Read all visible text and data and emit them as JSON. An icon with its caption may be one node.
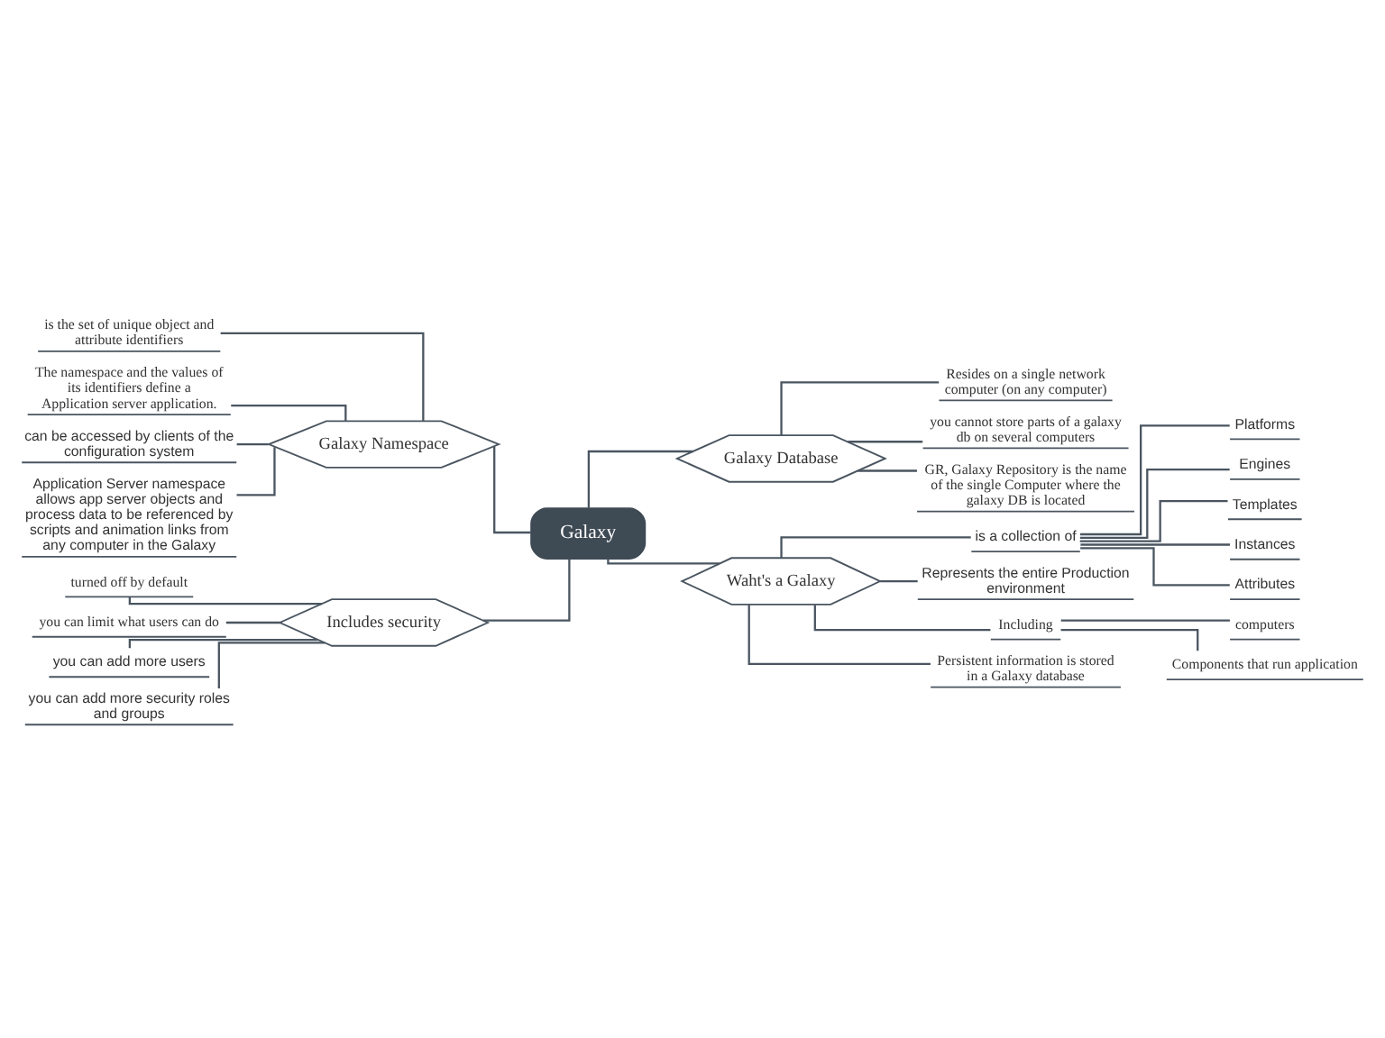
{
  "diagram": {
    "nodes": [
      {
        "text": [
          "Galaxy"
        ]
      },
      {
        "text": [
          "Galaxy Database"
        ]
      },
      {
        "text": [
          "Resides on a single network computer (on any computer)"
        ]
      },
      {
        "text": [
          "you cannot store parts of a galaxy db on several computers"
        ]
      },
      {
        "text": [
          "GR, Galaxy Repository is the name of the single Computer where the galaxy DB is located"
        ]
      },
      {
        "text": [
          "Galaxy Namespace"
        ]
      },
      {
        "text": [
          "is the set of unique object and attribute identifiers"
        ]
      },
      {
        "text": [
          "The namespace and the values of its identifiers define a Application server application."
        ]
      },
      {
        "text": [
          "can be accessed by clients of the configuration system"
        ]
      },
      {
        "text": [
          "Application Server namespace allows app server objects and process data to be referenced by scripts and animation links from any computer in the Galaxy"
        ]
      },
      {
        "text": [
          "Includes security"
        ]
      },
      {
        "text": [
          "turned off by default"
        ]
      },
      {
        "text": [
          "you can limit what users can do"
        ]
      },
      {
        "text": [
          "you can add more users"
        ]
      },
      {
        "text": [
          "you can add more security roles and groups"
        ]
      },
      {
        "text": [
          "Waht's a Galaxy"
        ]
      },
      {
        "text": [
          "is a collection of"
        ]
      },
      {
        "text": [
          "Platforms"
        ]
      },
      {
        "text": [
          "Engines"
        ]
      },
      {
        "text": [
          "Templates"
        ]
      },
      {
        "text": [
          "Instances"
        ]
      },
      {
        "text": [
          "Attributes"
        ]
      },
      {
        "text": [
          "Represents the entire Production environment"
        ]
      },
      {
        "text": [
          "Including"
        ]
      },
      {
        "text": [
          "computers"
        ]
      },
      {
        "text": [
          "Components that run application"
        ]
      },
      {
        "text": [
          "Persistent information is stored in a Galaxy database"
        ]
      }
    ],
    "edges": [
      {
        "from": 0,
        "to": 1,
        "arrow": "none"
      },
      {
        "from": 1,
        "to": 2,
        "arrow": "none"
      },
      {
        "from": 1,
        "to": 3,
        "arrow": "none"
      },
      {
        "from": 1,
        "to": 4,
        "arrow": "none"
      },
      {
        "from": 0,
        "to": 5,
        "arrow": "none"
      },
      {
        "from": 5,
        "to": 6,
        "arrow": "none"
      },
      {
        "from": 5,
        "to": 7,
        "arrow": "none"
      },
      {
        "from": 5,
        "to": 8,
        "arrow": "none"
      },
      {
        "from": 5,
        "to": 9,
        "arrow": "none"
      },
      {
        "from": 0,
        "to": 10,
        "arrow": "none"
      },
      {
        "from": 10,
        "to": 11,
        "arrow": "none"
      },
      {
        "from": 10,
        "to": 12,
        "arrow": "none"
      },
      {
        "from": 10,
        "to": 13,
        "arrow": "none"
      },
      {
        "from": 10,
        "to": 14,
        "arrow": "none"
      },
      {
        "from": 0,
        "to": 15,
        "arrow": "none"
      },
      {
        "from": 15,
        "to": 16,
        "arrow": "none"
      },
      {
        "from": 16,
        "to": 17,
        "arrow": "none"
      },
      {
        "from": 16,
        "to": 18,
        "arrow": "none"
      },
      {
        "from": 16,
        "to": 19,
        "arrow": "none"
      },
      {
        "from": 16,
        "to": 20,
        "arrow": "none"
      },
      {
        "from": 16,
        "to": 21,
        "arrow": "none"
      },
      {
        "from": 15,
        "to": 22,
        "arrow": "none"
      },
      {
        "from": 15,
        "to": 23,
        "arrow": "none"
      },
      {
        "from": 23,
        "to": 24,
        "arrow": "none"
      },
      {
        "from": 23,
        "to": 25,
        "arrow": "none"
      },
      {
        "from": 15,
        "to": 26,
        "arrow": "none"
      }
    ]
  }
}
